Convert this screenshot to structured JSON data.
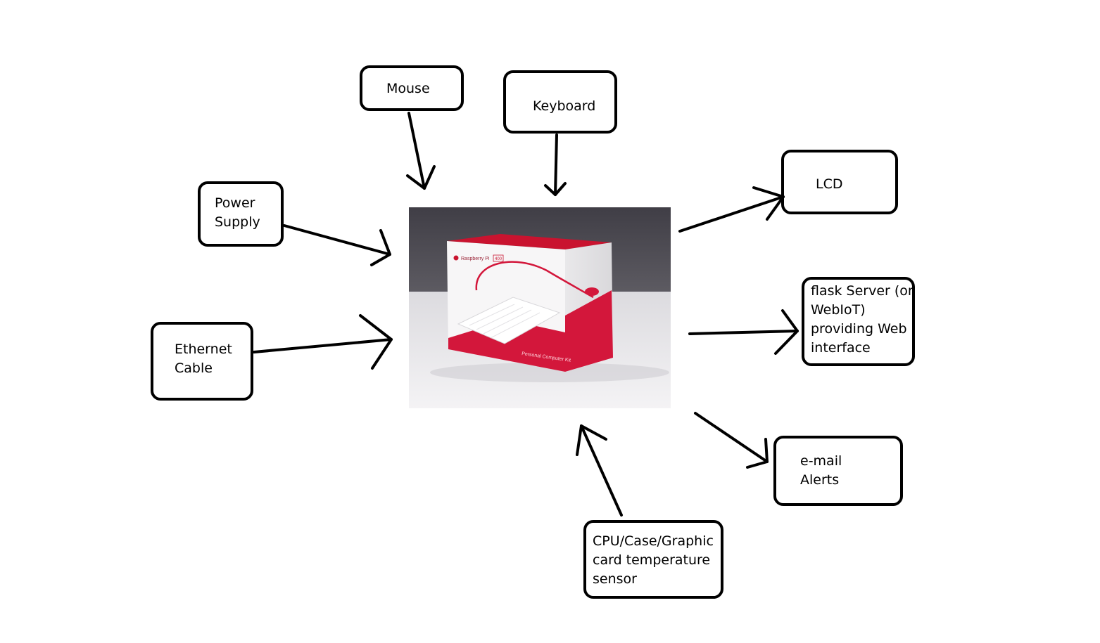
{
  "nodes": {
    "mouse": {
      "label": "Mouse"
    },
    "keyboard": {
      "label": "Keyboard"
    },
    "power": {
      "line1": "Power",
      "line2": "Supply"
    },
    "ethernet": {
      "line1": "Ethernet",
      "line2": "Cable"
    },
    "lcd": {
      "label": "LCD"
    },
    "flask": {
      "line1": "flask Server (or",
      "line2": "WebIoT)",
      "line3": "providing Web",
      "line4": "interface"
    },
    "email": {
      "line1": "e-mail",
      "line2": "Alerts"
    },
    "sensor": {
      "line1": "CPU/Case/Graphic",
      "line2": "card temperature",
      "line3": "sensor"
    }
  },
  "center_image": {
    "brand_text": "Raspberry Pi",
    "badge_text": "400",
    "caption_text": "Personal Computer Kit",
    "colors": {
      "red": "#d3173b",
      "wall": "#4b4950",
      "table": "#ecebee",
      "box_white": "#f7f6f7"
    }
  },
  "edges": [
    {
      "from": "mouse",
      "to": "center"
    },
    {
      "from": "keyboard",
      "to": "center"
    },
    {
      "from": "power",
      "to": "center"
    },
    {
      "from": "ethernet",
      "to": "center"
    },
    {
      "from": "sensor",
      "to": "center"
    },
    {
      "from": "center",
      "to": "lcd"
    },
    {
      "from": "center",
      "to": "flask"
    },
    {
      "from": "center",
      "to": "email"
    }
  ]
}
